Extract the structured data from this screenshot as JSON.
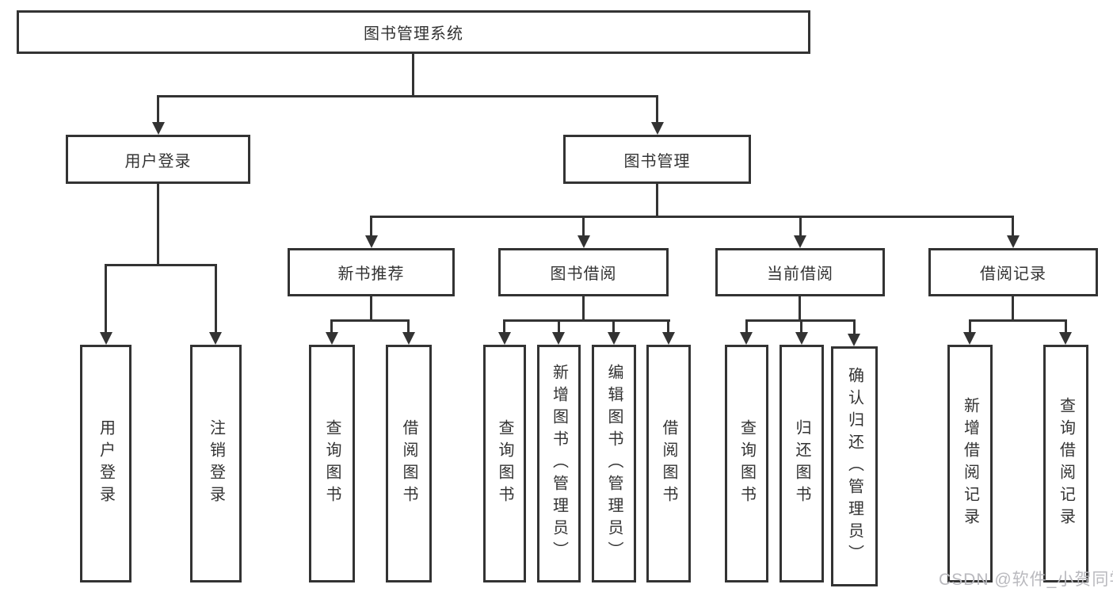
{
  "diagram": {
    "type": "tree",
    "nodes": {
      "root": "图书管理系统",
      "userLogin": "用户登录",
      "bookMgmt": "图书管理",
      "newBookRec": "新书推荐",
      "bookBorrow": "图书借阅",
      "currentBorrow": "当前借阅",
      "borrowRecords": "借阅记录",
      "leafUserLogin": "用户登录",
      "leafLogout": "注销登录",
      "recQuery": "查询图书",
      "recBorrow": "借阅图书",
      "bbQuery": "查询图书",
      "bbAdd": "新增图书（管理员）",
      "bbEdit": "编辑图书（管理员）",
      "bbBorrow": "借阅图书",
      "cbQuery": "查询图书",
      "cbReturn": "归还图书",
      "cbConfirm": "确认归还（管理员）",
      "brAdd": "新增借阅记录",
      "brQuery": "查询借阅记录"
    },
    "edges": [
      [
        "root",
        "userLogin"
      ],
      [
        "root",
        "bookMgmt"
      ],
      [
        "userLogin",
        "leafUserLogin"
      ],
      [
        "userLogin",
        "leafLogout"
      ],
      [
        "bookMgmt",
        "newBookRec"
      ],
      [
        "bookMgmt",
        "bookBorrow"
      ],
      [
        "bookMgmt",
        "currentBorrow"
      ],
      [
        "bookMgmt",
        "borrowRecords"
      ],
      [
        "newBookRec",
        "recQuery"
      ],
      [
        "newBookRec",
        "recBorrow"
      ],
      [
        "bookBorrow",
        "bbQuery"
      ],
      [
        "bookBorrow",
        "bbAdd"
      ],
      [
        "bookBorrow",
        "bbEdit"
      ],
      [
        "bookBorrow",
        "bbBorrow"
      ],
      [
        "currentBorrow",
        "cbQuery"
      ],
      [
        "currentBorrow",
        "cbReturn"
      ],
      [
        "currentBorrow",
        "cbConfirm"
      ],
      [
        "borrowRecords",
        "brAdd"
      ],
      [
        "borrowRecords",
        "brQuery"
      ]
    ],
    "colors": {
      "line": "#333333",
      "text": "#333333",
      "background": "#ffffff",
      "watermark": "#b9b9be"
    }
  },
  "watermark": "CSDN @软件_小贺同学"
}
